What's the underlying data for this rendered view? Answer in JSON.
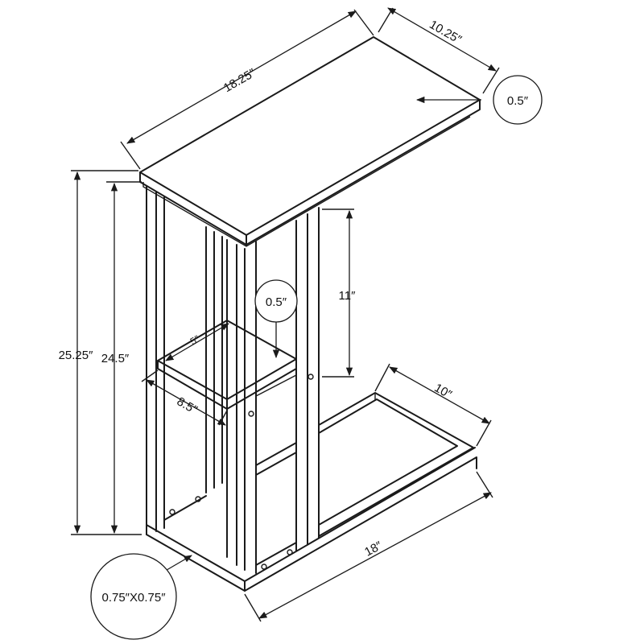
{
  "dimensions": {
    "top_length": "18.25″",
    "top_depth": "10.25″",
    "top_thickness": "0.5″",
    "total_height": "25.25″",
    "frame_height": "24.5″",
    "shelf_gap": "11″",
    "shelf_thickness": "0.5″",
    "shelf_depth": "5″",
    "shelf_width": "8.5″",
    "base_depth": "10″",
    "base_length": "18″",
    "tube_size": "0.75″X0.75″"
  }
}
